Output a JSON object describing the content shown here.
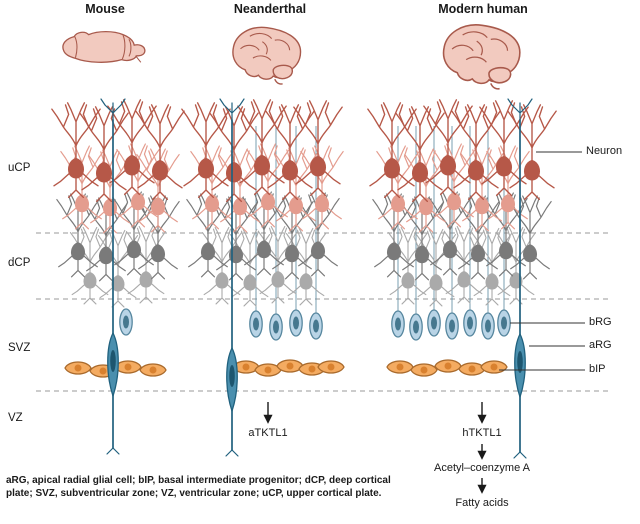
{
  "figure": {
    "columns": [
      {
        "label": "Mouse"
      },
      {
        "label": "Neanderthal"
      },
      {
        "label": "Modern human"
      }
    ],
    "zones": [
      {
        "label": "uCP"
      },
      {
        "label": "dCP"
      },
      {
        "label": "SVZ"
      },
      {
        "label": "VZ"
      }
    ],
    "cell_types": [
      {
        "label": "Neuron"
      },
      {
        "label": "bRG"
      },
      {
        "label": "aRG"
      },
      {
        "label": "bIP"
      }
    ],
    "neanderthal_pathway": {
      "enzyme": "aTKTL1"
    },
    "modern_pathway": {
      "enzyme": "hTKTL1",
      "metabolite": "Acetyl–coenzyme A",
      "product": "Fatty acids"
    },
    "caption": "aRG, apical radial glial cell; bIP, basal intermediate progenitor; dCP, deep cortical plate; SVZ, subventricular zone; VZ, ventricular zone; uCP, upper cortical plate.",
    "colors": {
      "neuron_red": "#b65848",
      "neuron_salmon": "#e49c8e",
      "neuron_gray_dark": "#7a7a7a",
      "neuron_gray_light": "#aaaaaa",
      "brg_fill": "#b9d4e6",
      "brg_stroke": "#57879f",
      "brg_nucleus": "#46788f",
      "arg_fill": "#4a8fae",
      "arg_stroke": "#20617e",
      "arg_nucleus": "#1d566f",
      "bip_fill": "#f4ab61",
      "bip_stroke": "#a96a2c",
      "bip_nucleus": "#d9812f",
      "brain_fill": "#f2cabf",
      "brain_stroke": "#a85a4c"
    }
  }
}
